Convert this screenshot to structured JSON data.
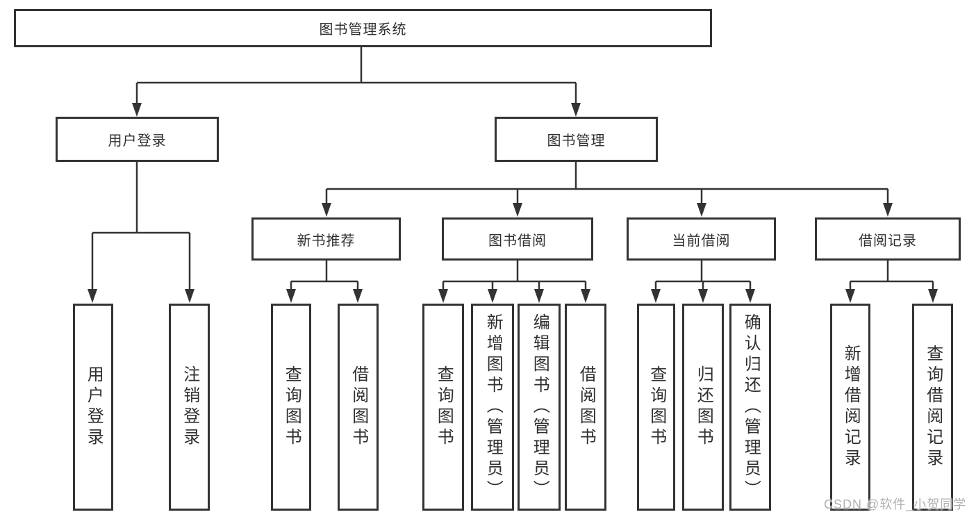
{
  "tree": {
    "label": "图书管理系统",
    "children": [
      {
        "label": "用户登录",
        "children": [
          {
            "label": "用户登录"
          },
          {
            "label": "注销登录"
          }
        ]
      },
      {
        "label": "图书管理",
        "children": [
          {
            "label": "新书推荐",
            "children": [
              {
                "label": "查询图书"
              },
              {
                "label": "借阅图书"
              }
            ]
          },
          {
            "label": "图书借阅",
            "children": [
              {
                "label": "查询图书"
              },
              {
                "label": "新增图书（管理员）"
              },
              {
                "label": "编辑图书（管理员）"
              },
              {
                "label": "借阅图书"
              }
            ]
          },
          {
            "label": "当前借阅",
            "children": [
              {
                "label": "查询图书"
              },
              {
                "label": "归还图书"
              },
              {
                "label": "确认归还（管理员）"
              }
            ]
          },
          {
            "label": "借阅记录",
            "children": [
              {
                "label": "新增借阅记录"
              },
              {
                "label": "查询借阅记录"
              }
            ]
          }
        ]
      }
    ]
  },
  "watermark": {
    "text": "CSDN @软件_小贺同学"
  },
  "colors": {
    "line": "#333333",
    "box_border": "#333333",
    "text": "#2f2f2f",
    "watermark": "#b0b0b0",
    "background": "#ffffff"
  }
}
